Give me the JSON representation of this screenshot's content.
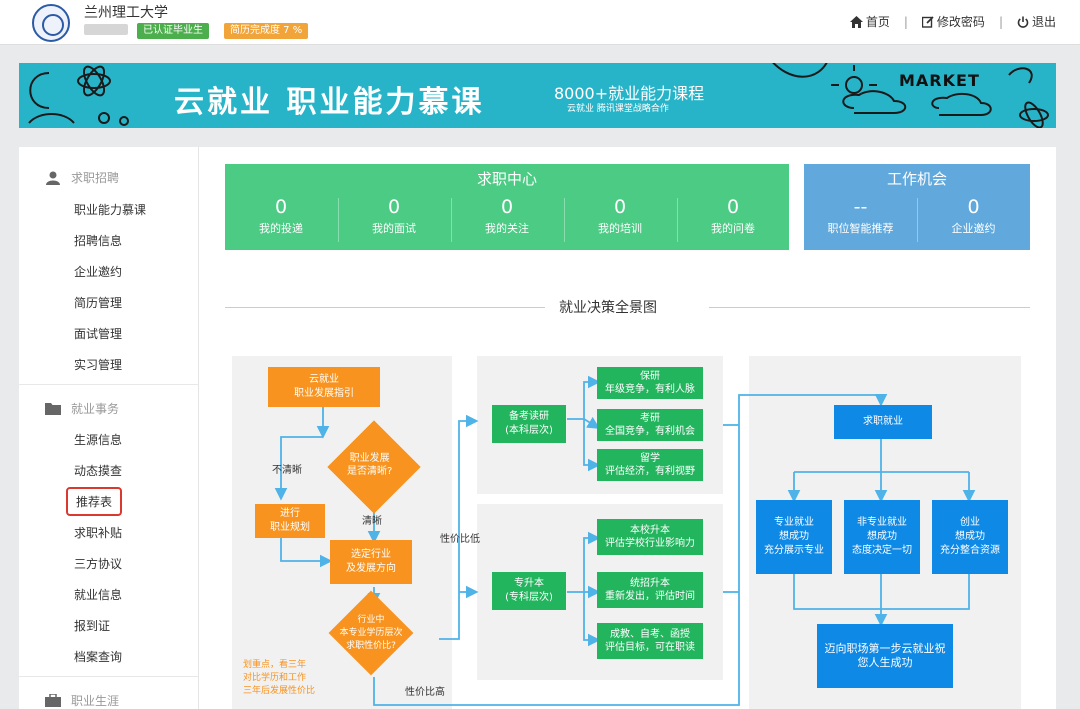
{
  "header": {
    "university": "兰州理工大学",
    "badge_verified": "已认证毕业生",
    "badge_resume": "简历完成度 7 %",
    "nav": {
      "home": "首页",
      "change_password": "修改密码",
      "logout": "退出"
    }
  },
  "banner": {
    "title": "云就业  职业能力慕课",
    "subtitle": "8000+就业能力课程",
    "subtitle_small": "云就业 腾讯课堂战略合作",
    "market": "MARKET",
    "color": "#27b4c9"
  },
  "sidebar": {
    "groups": [
      {
        "label": "求职招聘",
        "icon": "user-icon"
      },
      {
        "label": "就业事务",
        "icon": "folder-icon"
      },
      {
        "label": "职业生涯",
        "icon": "briefcase-icon"
      }
    ],
    "items_recruit": [
      "职业能力慕课",
      "招聘信息",
      "企业邀约",
      "简历管理",
      "面试管理",
      "实习管理"
    ],
    "items_affairs": [
      "生源信息",
      "动态摸查",
      "推荐表",
      "求职补贴",
      "三方协议",
      "就业信息",
      "报到证",
      "档案查询"
    ],
    "active_item": "推荐表"
  },
  "job_center": {
    "title": "求职中心",
    "stats": [
      {
        "value": "0",
        "label": "我的投递"
      },
      {
        "value": "0",
        "label": "我的面试"
      },
      {
        "value": "0",
        "label": "我的关注"
      },
      {
        "value": "0",
        "label": "我的培训"
      },
      {
        "value": "0",
        "label": "我的问卷"
      }
    ],
    "color": "#4ccb84"
  },
  "work_opportunity": {
    "title": "工作机会",
    "stats": [
      {
        "value": "--",
        "label": "职位智能推荐"
      },
      {
        "value": "0",
        "label": "企业邀约"
      }
    ],
    "color": "#61a9dc"
  },
  "section_title": "就业决策全景图",
  "flowchart": {
    "start": "云就业\n职业发展指引",
    "diamond1": "职业发展\n是否清晰?",
    "unclear": "不清晰",
    "clear": "清晰",
    "plan": "进行\n职业规划",
    "choose": "选定行业\n及发展方向",
    "diamond2": "行业中\n本专业学历层次\n求职性价比?",
    "low": "性价比低",
    "high": "性价比高",
    "note": "划重点，看三年\n对比学历和工作\n三年后发展性价比",
    "exam": "备考读研\n(本科层次)",
    "exam_options": [
      "保研\n年级竞争，有利人脉",
      "考研\n全国竞争，有利机会",
      "留学\n评估经济，有利视野"
    ],
    "upgrade": "专升本\n(专科层次)",
    "upgrade_options": [
      "本校升本\n评估学校行业影响力",
      "统招升本\n重新发出，评估时间",
      "成教、自考、函授\n评估目标，可在职读"
    ],
    "job": "求职就业",
    "job_options": [
      "专业就业\n想成功\n充分展示专业",
      "非专业就业\n想成功\n态度决定一切",
      "创业\n想成功\n充分整合资源"
    ],
    "final": "迈向职场第一步云就业祝\n您人生成功"
  }
}
